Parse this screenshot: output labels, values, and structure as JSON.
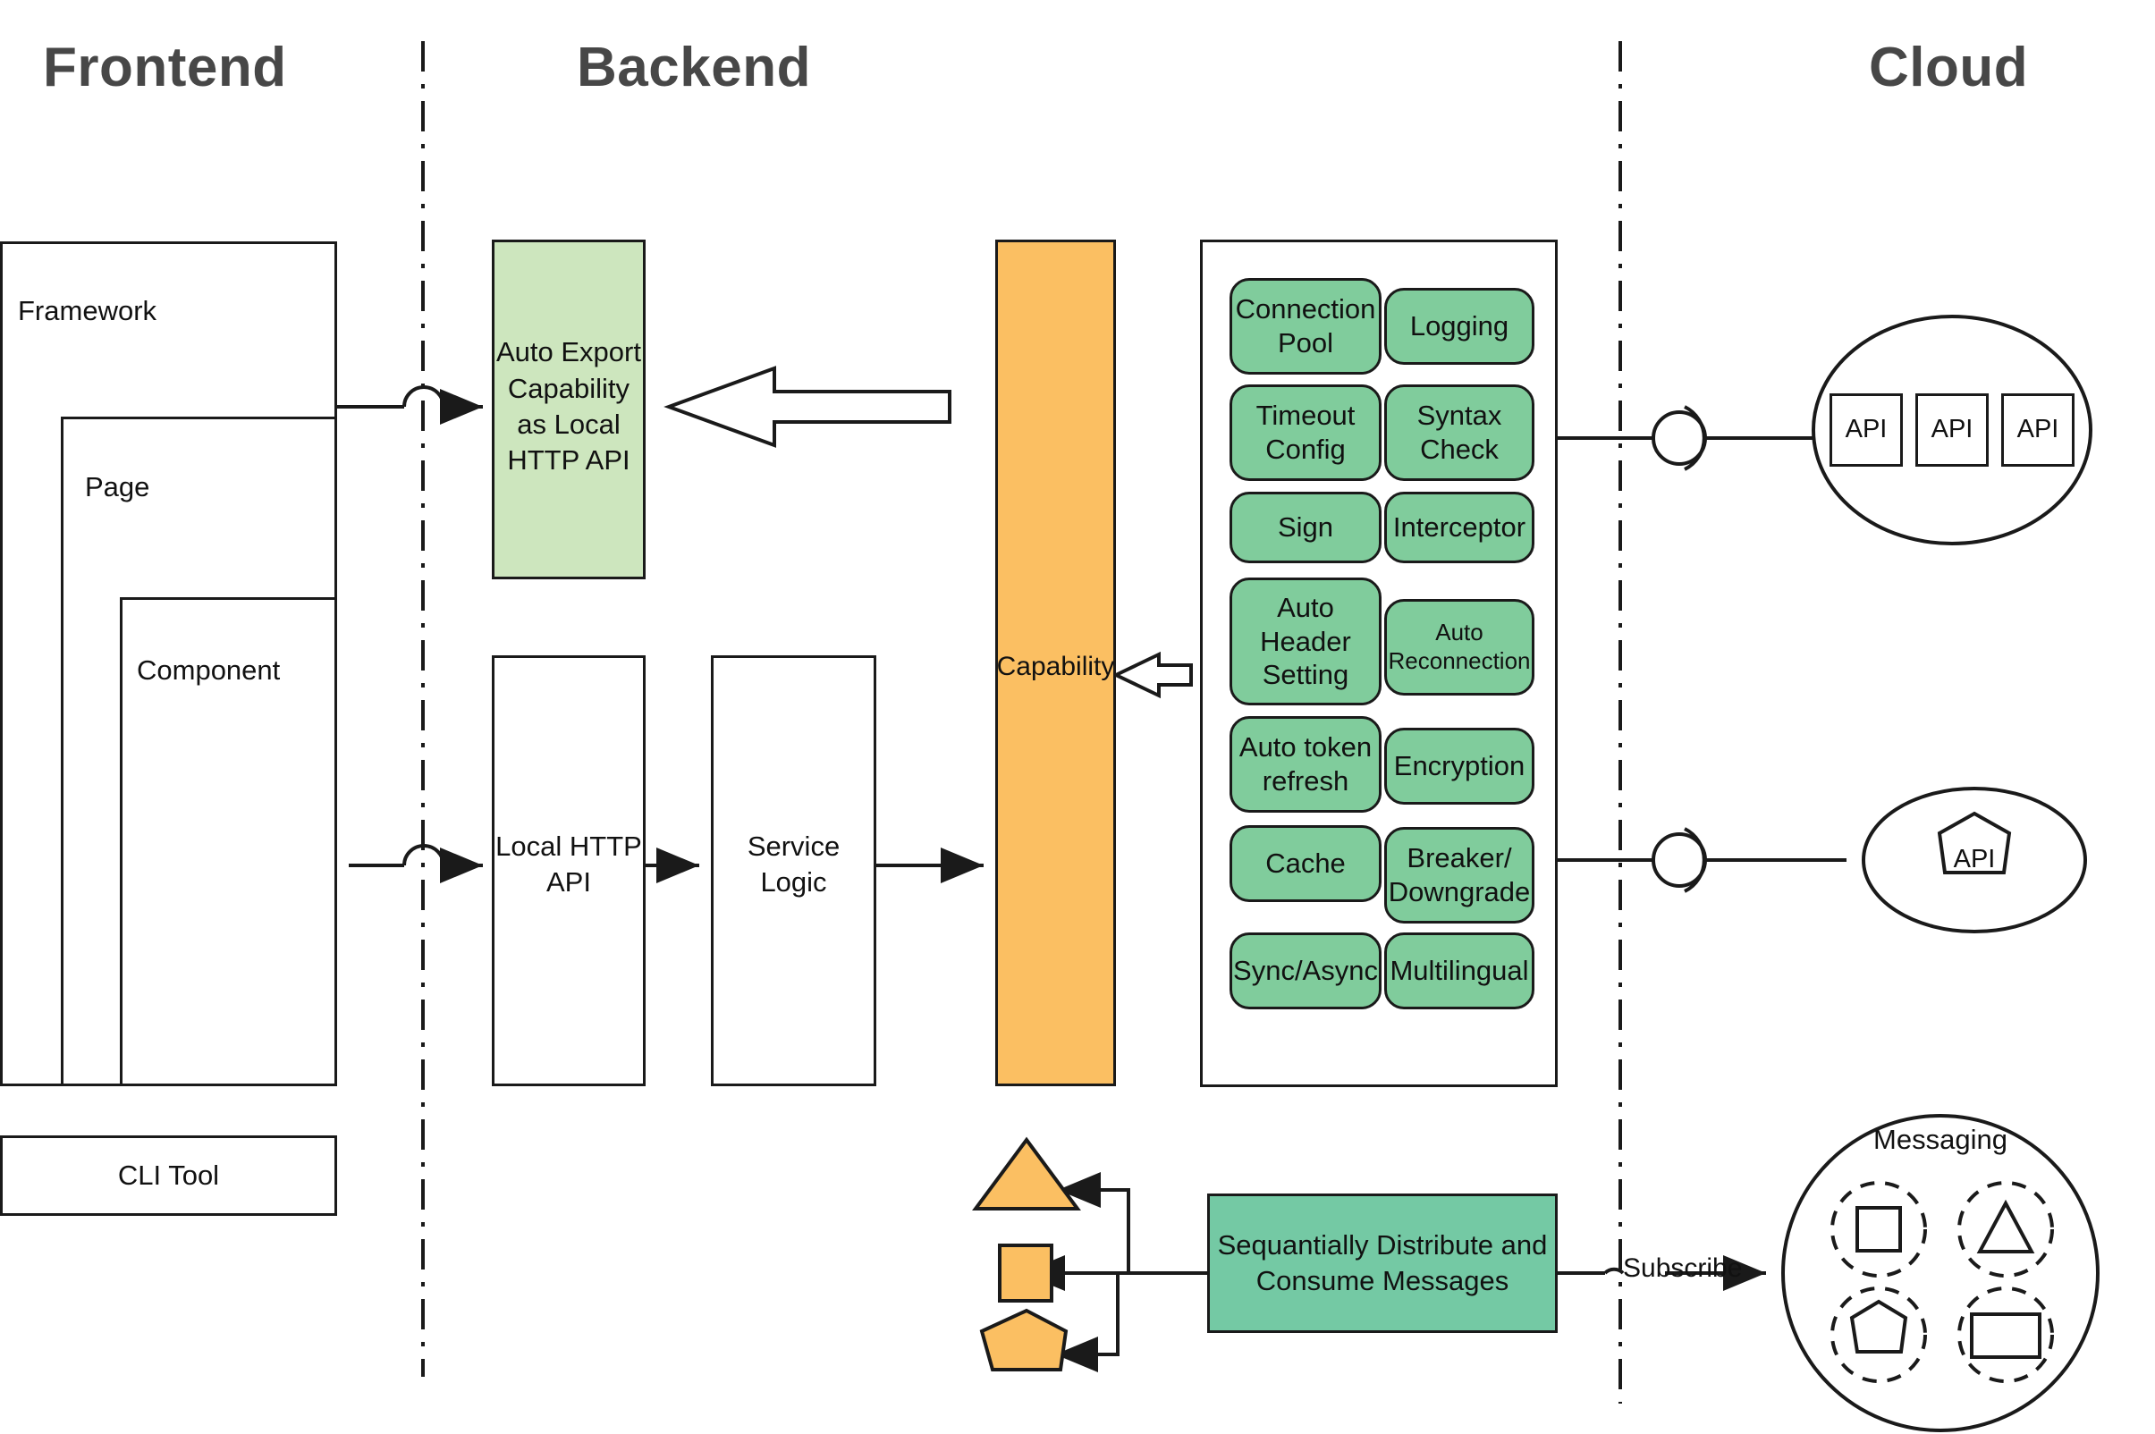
{
  "zones": [
    {
      "id": "frontend",
      "title": "Frontend"
    },
    {
      "id": "backend",
      "title": "Backend"
    },
    {
      "id": "cloud",
      "title": "Cloud"
    }
  ],
  "frontend": {
    "framework_label": "Framework",
    "page_label": "Page",
    "component_label": "Component",
    "cli_label": "CLI Tool"
  },
  "backend": {
    "auto_export_label": "Auto Export\nCapability\nas Local\nHTTP API",
    "local_http_api_label": "Local HTTP\nAPI",
    "service_logic_label": "Service\nLogic",
    "capability_label": "Capability",
    "messaging_box_label": "Sequantially Distribute and\nConsume Messages",
    "shapes": [
      {
        "name": "triangle-shape"
      },
      {
        "name": "square-shape"
      },
      {
        "name": "heptagon-shape"
      }
    ],
    "capabilities": {
      "left": [
        {
          "label": "Connection\nPool"
        },
        {
          "label": "Timeout\nConfig"
        },
        {
          "label": "Sign"
        },
        {
          "label": "Auto\nHeader\nSetting"
        },
        {
          "label": "Auto token\nrefresh"
        },
        {
          "label": "Cache"
        },
        {
          "label": "Sync/Async"
        }
      ],
      "right": [
        {
          "label": "Logging"
        },
        {
          "label": "Syntax\nCheck"
        },
        {
          "label": "Interceptor"
        },
        {
          "label": "Auto\nReconnection"
        },
        {
          "label": "Encryption"
        },
        {
          "label": "Breaker/\nDowngrade"
        },
        {
          "label": "Multilingual"
        }
      ]
    }
  },
  "cloud": {
    "api_boxes": [
      {
        "label": "API"
      },
      {
        "label": "API"
      },
      {
        "label": "API"
      }
    ],
    "api_heptagon_label": "API",
    "messaging_title": "Messaging",
    "subscribe_label": "Subscribe",
    "message_tokens": [
      {
        "name": "square-token"
      },
      {
        "name": "triangle-token"
      },
      {
        "name": "heptagon-token"
      },
      {
        "name": "rectangle-token"
      }
    ]
  },
  "colors": {
    "title": "#474747",
    "stroke": "#1a1a1a",
    "green_light": "#CDE6BE",
    "green_pill": "#80CC9C",
    "teal": "#74C9A4",
    "orange": "#FBBF62"
  }
}
